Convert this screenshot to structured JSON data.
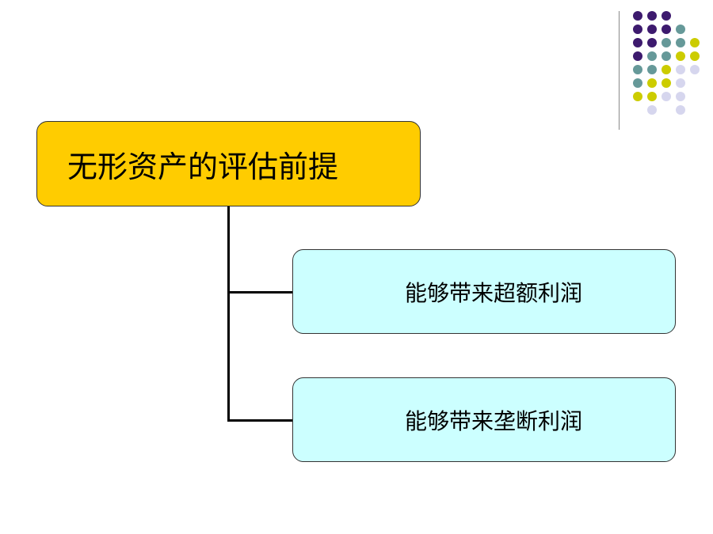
{
  "diagram": {
    "root": {
      "label": "无形资产的评估前提"
    },
    "children": [
      {
        "label": "能够带来超额利润"
      },
      {
        "label": "能够带来垄断利润"
      }
    ]
  },
  "colors": {
    "root_fill": "#ffcc00",
    "child_fill": "#ccffff",
    "connector": "#000000",
    "dot_purple": "#3d1a6e",
    "dot_teal": "#669999",
    "dot_yellow": "#cccc00",
    "dot_lavender": "#d6d6ee"
  }
}
